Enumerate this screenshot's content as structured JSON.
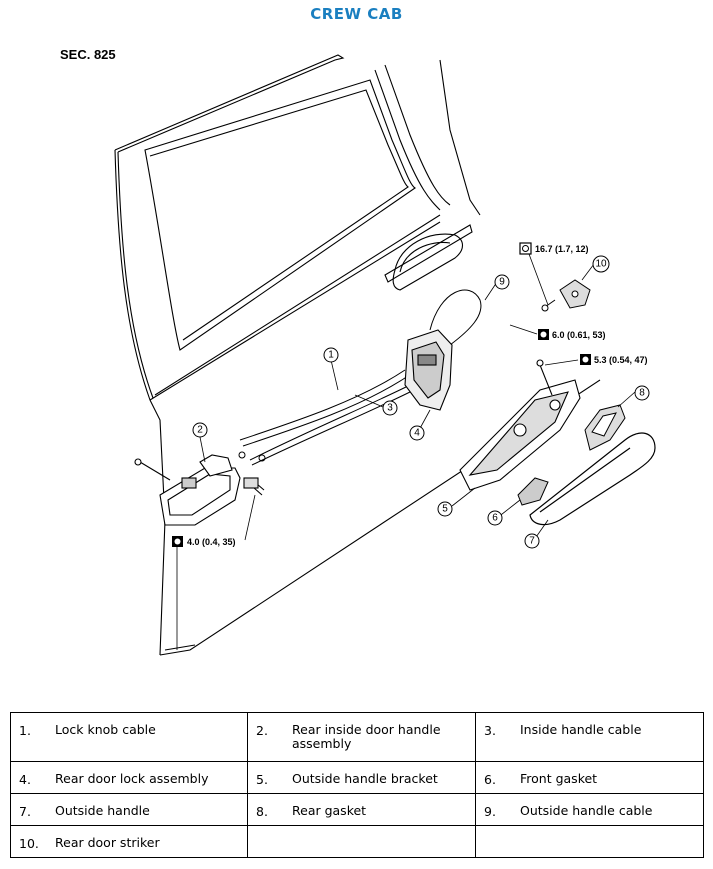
{
  "header": {
    "title": "CREW CAB"
  },
  "diagram": {
    "section": "SEC. 825",
    "callouts": [
      "1",
      "2",
      "3",
      "4",
      "5",
      "6",
      "7",
      "8",
      "9",
      "10"
    ],
    "torques": [
      {
        "value": "16.7 (1.7, 12)",
        "icon": "torque-wrench-icon"
      },
      {
        "value": "6.0 (0.61, 53)",
        "icon": "torque-wrench-icon"
      },
      {
        "value": "5.3 (0.54, 47)",
        "icon": "torque-wrench-icon"
      },
      {
        "value": "4.0 (0.4, 35)",
        "icon": "torque-wrench-icon"
      }
    ]
  },
  "legend": {
    "rows": [
      [
        {
          "num": "1.",
          "label": "Lock knob cable"
        },
        {
          "num": "2.",
          "label": "Rear inside door handle assembly"
        },
        {
          "num": "3.",
          "label": "Inside handle cable"
        }
      ],
      [
        {
          "num": "4.",
          "label": "Rear door lock assembly"
        },
        {
          "num": "5.",
          "label": "Outside handle bracket"
        },
        {
          "num": "6.",
          "label": "Front gasket"
        }
      ],
      [
        {
          "num": "7.",
          "label": "Outside handle"
        },
        {
          "num": "8.",
          "label": "Rear gasket"
        },
        {
          "num": "9.",
          "label": "Outside handle cable"
        }
      ],
      [
        {
          "num": "10.",
          "label": "Rear door striker"
        },
        {
          "num": "",
          "label": ""
        },
        {
          "num": "",
          "label": ""
        }
      ]
    ]
  }
}
